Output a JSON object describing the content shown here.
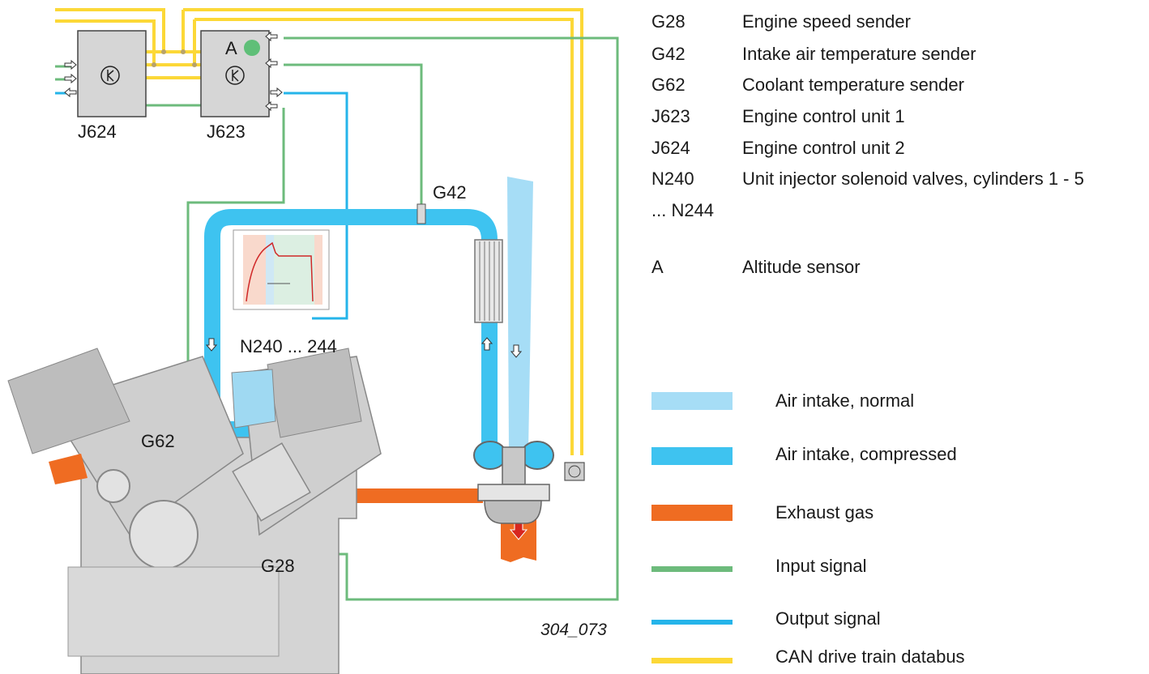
{
  "diagram": {
    "labels": {
      "j624": "J624",
      "j623": "J623",
      "altitude": "A",
      "g42": "G42",
      "g62": "G62",
      "g28": "G28",
      "injector": "N240 ... 244",
      "figure_number": "304_073"
    }
  },
  "legend": {
    "items": [
      {
        "code": "G28",
        "desc": "Engine speed sender"
      },
      {
        "code": "G42",
        "desc": "Intake air temperature sender"
      },
      {
        "code": "G62",
        "desc": "Coolant temperature sender"
      },
      {
        "code": "J623",
        "desc": "Engine control unit 1"
      },
      {
        "code": "J624",
        "desc": "Engine control unit 2"
      },
      {
        "code": "N240",
        "desc": "Unit injector solenoid valves, cylinders 1 - 5"
      },
      {
        "code": "... N244",
        "desc": ""
      },
      {
        "code": "A",
        "desc": "Altitude sensor"
      }
    ],
    "colors": [
      {
        "label": "Air intake, normal",
        "color": "#a6ddf6"
      },
      {
        "label": "Air intake, compressed",
        "color": "#3ec3f0"
      },
      {
        "label": "Exhaust gas",
        "color": "#ef6c22"
      },
      {
        "label": "Input signal",
        "color": "#6dbb7c"
      },
      {
        "label": "Output signal",
        "color": "#25b4ea"
      },
      {
        "label": "CAN drive train databus",
        "color": "#fcd837"
      }
    ]
  }
}
